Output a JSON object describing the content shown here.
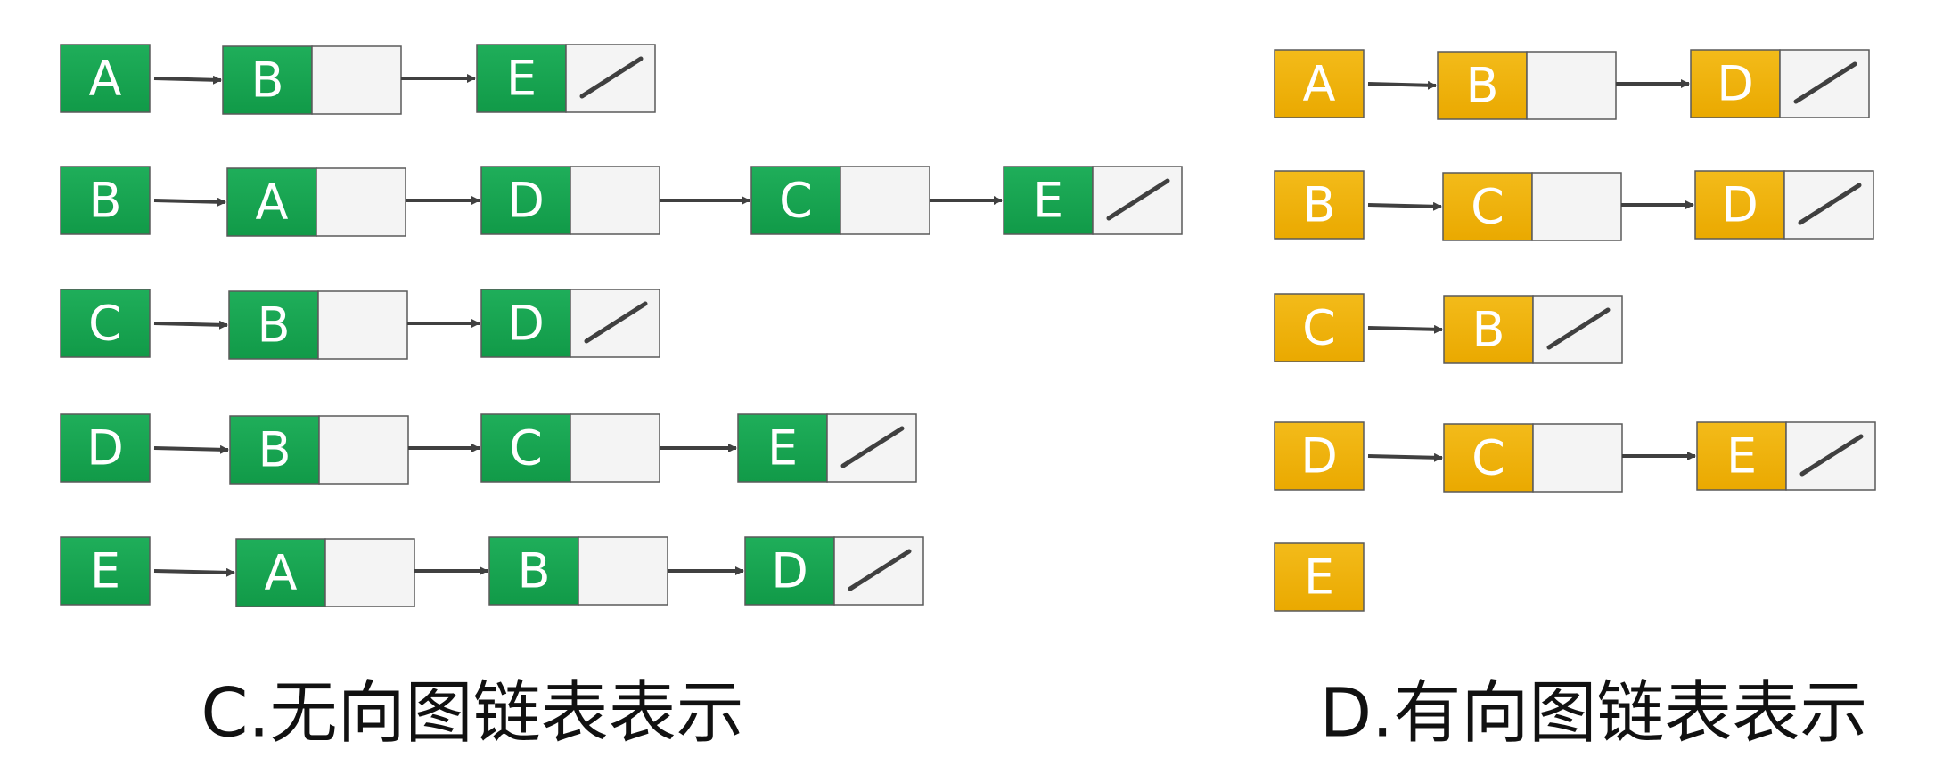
{
  "colors": {
    "undirected_fill": "#119A48",
    "undirected_fill_light": "#1FAE5A",
    "directed_fill": "#EAA900",
    "directed_fill_light": "#F3BB1A",
    "pointer_fill": "#F4F4F4",
    "border": "#5A5A5A",
    "arrow": "#404040"
  },
  "panels": [
    {
      "id": "undirected",
      "caption": "C.无向图链表表示",
      "color_key": "undirected",
      "rows": [
        {
          "head": "A",
          "nodes": [
            "B",
            "E"
          ]
        },
        {
          "head": "B",
          "nodes": [
            "A",
            "D",
            "C",
            "E"
          ]
        },
        {
          "head": "C",
          "nodes": [
            "B",
            "D"
          ]
        },
        {
          "head": "D",
          "nodes": [
            "B",
            "C",
            "E"
          ]
        },
        {
          "head": "E",
          "nodes": [
            "A",
            "B",
            "D"
          ]
        }
      ]
    },
    {
      "id": "directed",
      "caption": "D.有向图链表表示",
      "color_key": "directed",
      "rows": [
        {
          "head": "A",
          "nodes": [
            "B",
            "D"
          ]
        },
        {
          "head": "B",
          "nodes": [
            "C",
            "D"
          ]
        },
        {
          "head": "C",
          "nodes": [
            "B"
          ]
        },
        {
          "head": "D",
          "nodes": [
            "C",
            "E"
          ]
        },
        {
          "head": "E",
          "nodes": []
        }
      ]
    }
  ]
}
